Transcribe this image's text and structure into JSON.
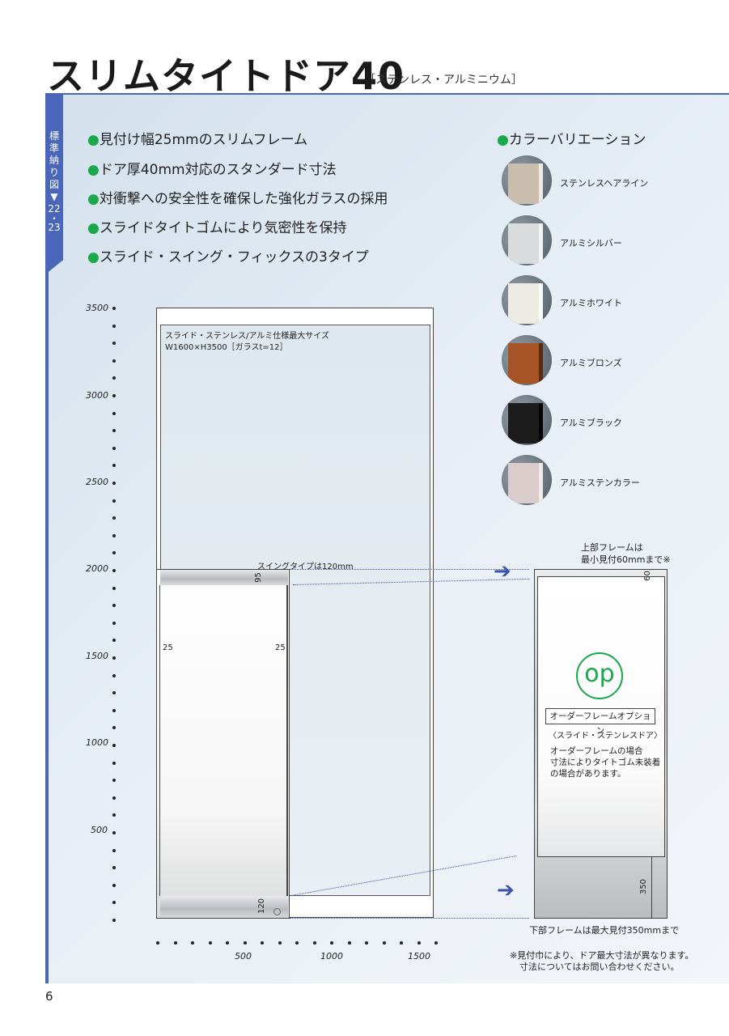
{
  "header": {
    "title": "スリムタイトドア40",
    "subtitle": "［ステンレス・アルミニウム］"
  },
  "side_tab": {
    "chars": [
      "標",
      "準",
      "納",
      "り",
      "図",
      "▼",
      "22",
      "・",
      "23"
    ]
  },
  "features": [
    "見付け幅25mmのスリムフレーム",
    "ドア厚40mm対応のスタンダード寸法",
    "対衝撃への安全性を確保した強化ガラスの採用",
    "スライドタイトゴムにより気密性を保持",
    "スライド・スイング・フィックスの3タイプ"
  ],
  "bullet": "●",
  "color_variation": {
    "title": "カラーバリエーション",
    "items": [
      {
        "label": "ステンレスヘアライン",
        "face": "#c9bdae",
        "edge": "#eeeae4"
      },
      {
        "label": "アルミシルバー",
        "face": "#d8dcdc",
        "edge": "#f2f3f3"
      },
      {
        "label": "アルミホワイト",
        "face": "#ecebe4",
        "edge": "#fafaf7"
      },
      {
        "label": "アルミブロンズ",
        "face": "#a65326",
        "edge": "#5a2a12"
      },
      {
        "label": "アルミブラック",
        "face": "#1c1c1c",
        "edge": "#050505"
      },
      {
        "label": "アルミステンカラー",
        "face": "#d9ccca",
        "edge": "#f0eaea"
      }
    ]
  },
  "y_axis": {
    "labels": [
      "3500",
      "3000",
      "2500",
      "2000",
      "1500",
      "1000",
      "500"
    ]
  },
  "x_axis": {
    "labels": [
      "500",
      "1000",
      "1500"
    ]
  },
  "diagram": {
    "max_size_line1": "スライド・ステンレス/アルミ仕様最大サイズ",
    "max_size_line2": "W1600×H3500［ガラスt=12］",
    "swing_note": "スイングタイプは120mm",
    "dim_top": "95",
    "dim_left": "25",
    "dim_right": "25",
    "dim_bottom": "120"
  },
  "option": {
    "top_note_line1": "上部フレームは",
    "top_note_line2": "最小見付60mmまで※",
    "dim_top": "60",
    "badge": "op",
    "box_label": "オーダーフレームオプション",
    "sub_label": "〈スライド・ステンレスドア〉",
    "desc_line1": "オーダーフレームの場合",
    "desc_line2": "寸法によりタイトゴム未装着",
    "desc_line3": "の場合があります。",
    "dim_bottom": "350",
    "bottom_note": "下部フレームは最大見付350mmまで",
    "arrow_glyph": "➔"
  },
  "footnote": {
    "line1": "※見付巾により、ドア最大寸法が異なります。",
    "line2": "寸法についてはお問い合わせください。"
  },
  "page_number": "6"
}
